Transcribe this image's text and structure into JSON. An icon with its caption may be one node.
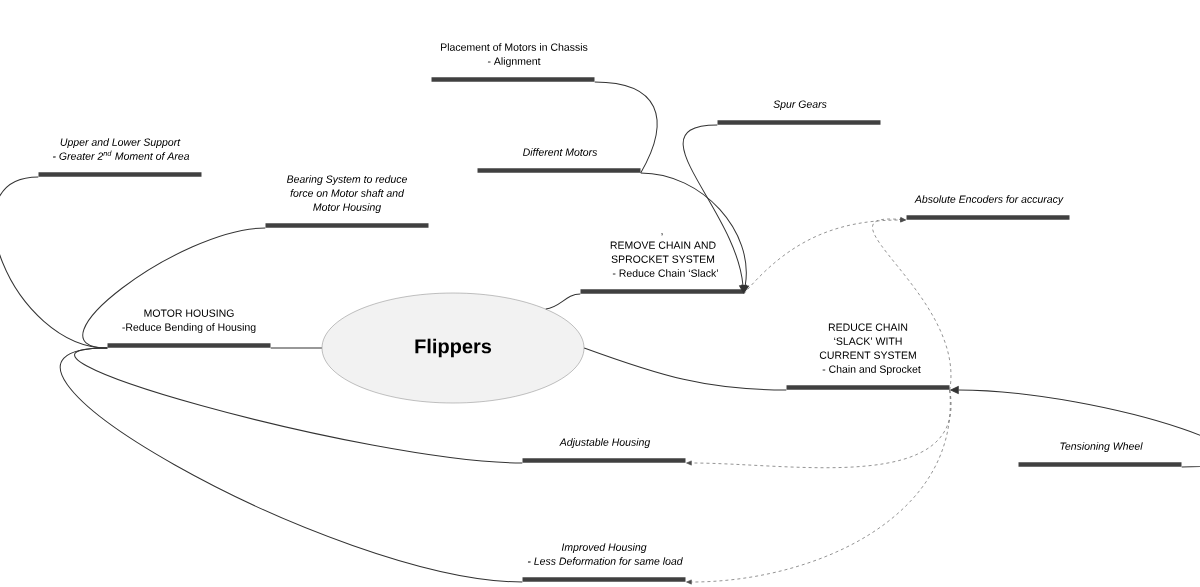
{
  "diagram": {
    "nodes": [
      {
        "text": [
          "Flippers"
        ]
      },
      {
        "text": [
          "MOTOR HOUSING",
          "-Reduce Bending of Housing"
        ]
      },
      {
        "text": [
          "Upper and Lower Support",
          "- Greater 2$^{nd}$ Moment of Area"
        ]
      },
      {
        "text": [
          "Bearing System to reduce force on Motor shaft and Motor Housing"
        ]
      },
      {
        "text": [
          "’",
          "REMOVE CHAIN AND SPROCKET SYSTEM",
          "- Reduce Chain ‘Slack’"
        ]
      },
      {
        "text": [
          "Different Motors"
        ]
      },
      {
        "text": [
          "Placement of Motors in Chassis",
          "- Alignment"
        ]
      },
      {
        "text": [
          "Spur Gears"
        ]
      },
      {
        "text": [
          "REDUCE CHAIN ‘SLACK’ WITH CURRENT SYSTEM",
          "- Chain and Sprocket"
        ]
      },
      {
        "text": [
          "Absolute Encoders for accuracy"
        ]
      },
      {
        "text": [
          "Tensioning Wheel"
        ]
      },
      {
        "text": [
          "Adjustable Housing"
        ]
      },
      {
        "text": [
          "Improved Housing",
          "- Less Deformation for same load"
        ]
      }
    ],
    "edges": [
      {
        "from": 0,
        "to": 1,
        "arrow": "none"
      },
      {
        "from": 1,
        "to": 2,
        "arrow": "none"
      },
      {
        "from": 1,
        "to": 3,
        "arrow": "none"
      },
      {
        "from": 1,
        "to": 11,
        "arrow": "none"
      },
      {
        "from": 1,
        "to": 12,
        "arrow": "none"
      },
      {
        "from": 0,
        "to": 4,
        "arrow": "none"
      },
      {
        "from": 5,
        "to": 4,
        "arrow": "to"
      },
      {
        "from": 6,
        "to": 5,
        "arrow": "none"
      },
      {
        "from": 7,
        "to": 4,
        "arrow": "to"
      },
      {
        "from": 4,
        "to": 9,
        "arrow": "to",
        "style": "dashed"
      },
      {
        "from": 0,
        "to": 8,
        "arrow": "none"
      },
      {
        "from": 10,
        "to": 8,
        "arrow": "to"
      },
      {
        "from": 8,
        "to": 9,
        "arrow": "to",
        "style": "dashed"
      },
      {
        "from": 8,
        "to": 11,
        "arrow": "to",
        "style": "dashed"
      },
      {
        "from": 8,
        "to": 12,
        "arrow": "to",
        "style": "dashed"
      }
    ]
  }
}
